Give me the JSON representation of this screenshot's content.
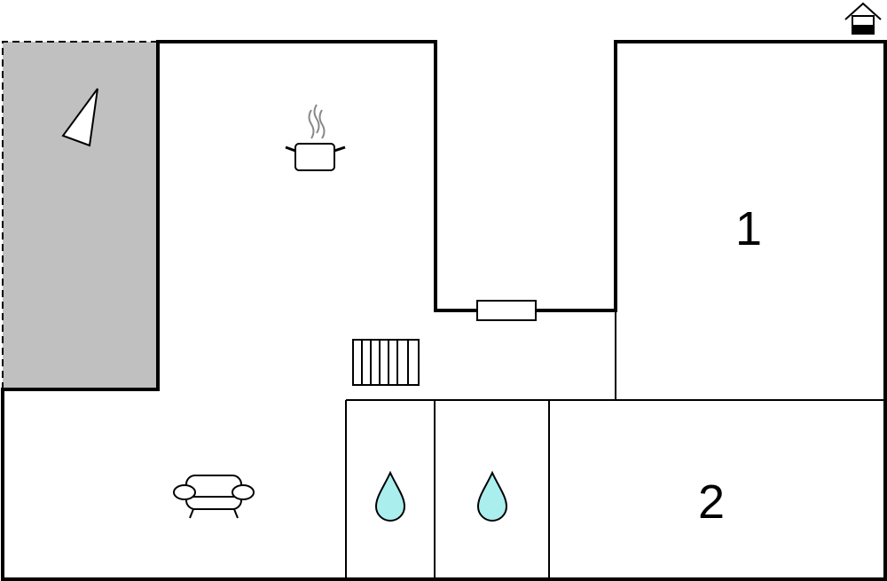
{
  "floor_plan": {
    "rooms": [
      {
        "id": "bedroom-1",
        "label": "1"
      },
      {
        "id": "bedroom-2",
        "label": "2"
      }
    ],
    "icons": [
      {
        "name": "house-icon"
      },
      {
        "name": "north-arrow-icon"
      },
      {
        "name": "cooking-pot-icon"
      },
      {
        "name": "radiator-icon"
      },
      {
        "name": "sofa-icon"
      },
      {
        "name": "water-drop-icon"
      },
      {
        "name": "water-drop-icon"
      },
      {
        "name": "window-icon"
      }
    ],
    "colors": {
      "wall": "#000000",
      "terrace": "#c0c0c0",
      "water": "#aaeeee",
      "steam": "#888888",
      "background": "#ffffff"
    }
  }
}
